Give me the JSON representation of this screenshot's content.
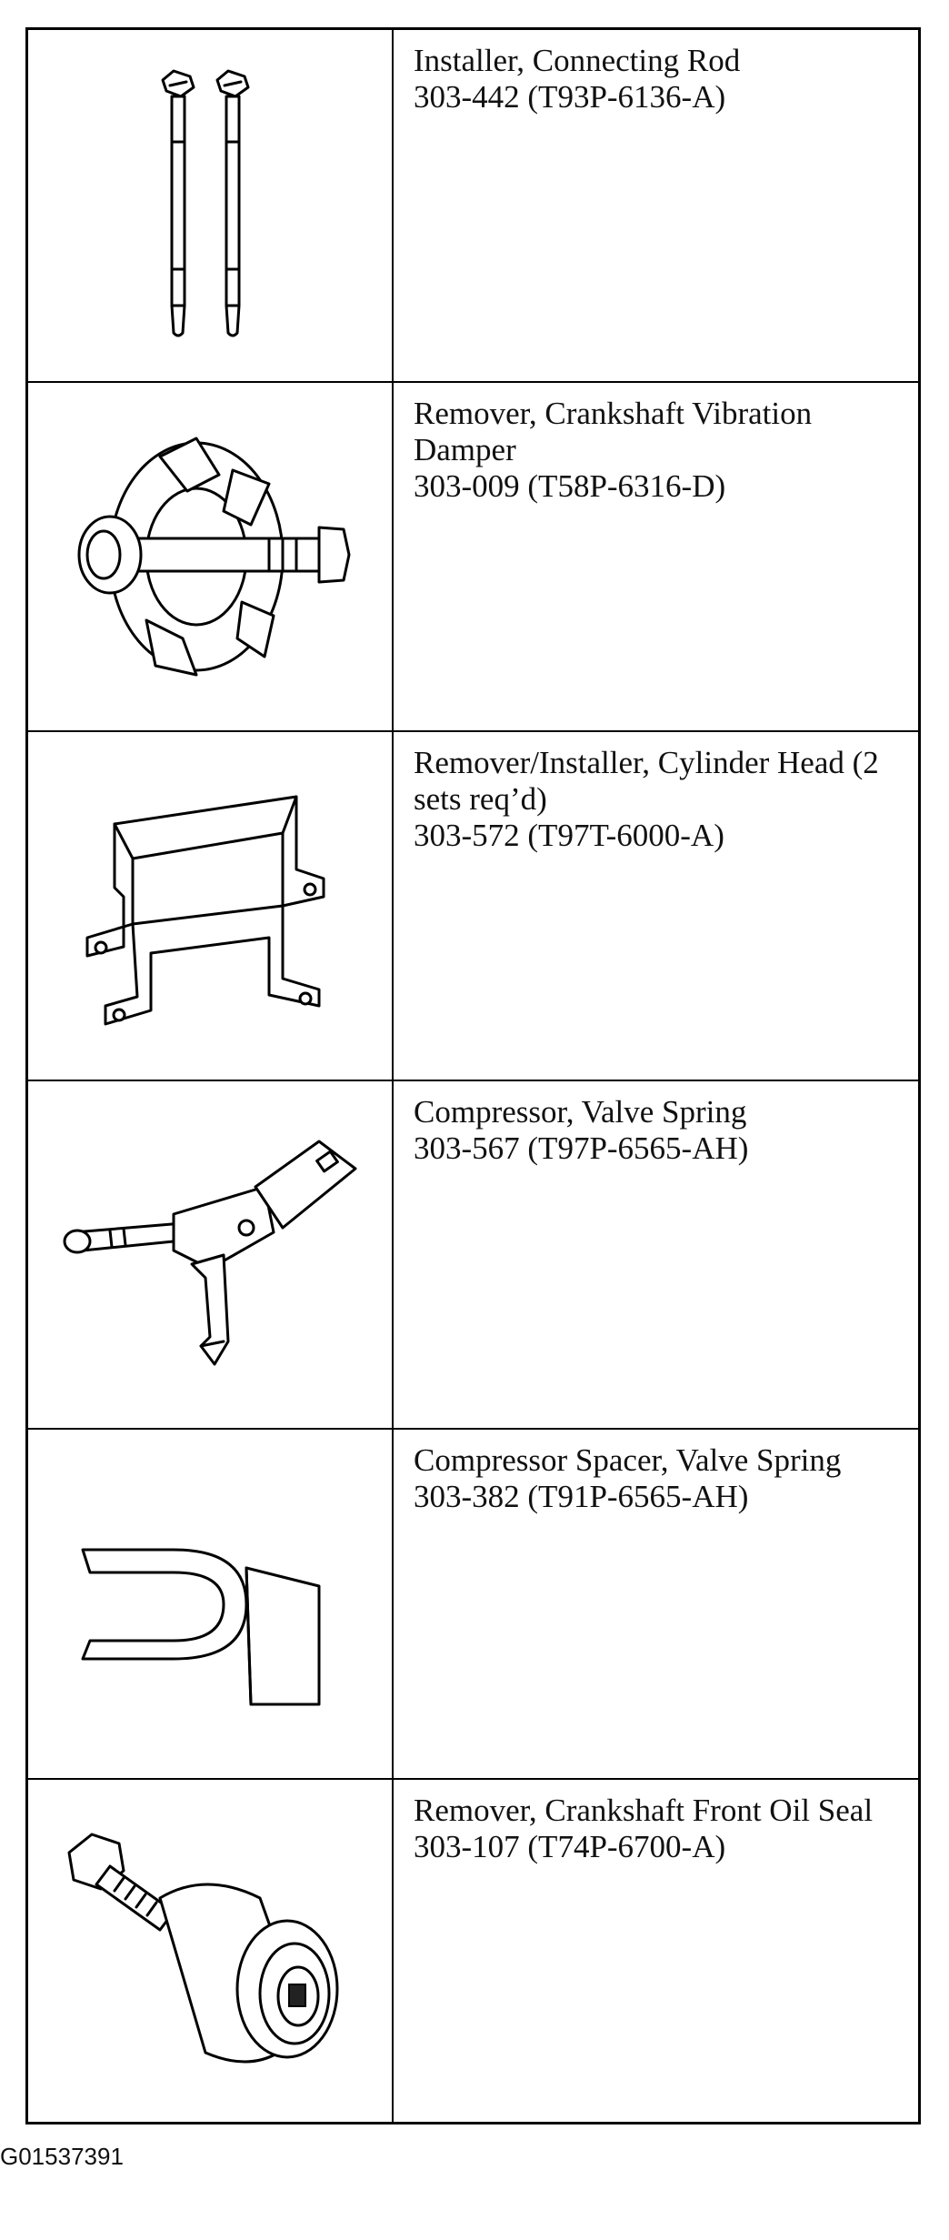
{
  "tools": [
    {
      "illustration": "connecting-rod-installer-illustration",
      "name": "Installer, Connecting Rod",
      "part": "303-442 (T93P-6136-A)"
    },
    {
      "illustration": "vibration-damper-remover-illustration",
      "name": "Remover, Crankshaft Vibration Damper",
      "part": "303-009 (T58P-6316-D)"
    },
    {
      "illustration": "cylinder-head-bracket-illustration",
      "name": "Remover/Installer, Cylinder Head (2 sets req’d)",
      "part": "303-572 (T97T-6000-A)"
    },
    {
      "illustration": "valve-spring-compressor-illustration",
      "name": "Compressor, Valve Spring",
      "part": "303-567 (T97P-6565-AH)"
    },
    {
      "illustration": "compressor-spacer-illustration",
      "name": "Compressor Spacer, Valve Spring",
      "part": "303-382 (T91P-6565-AH)"
    },
    {
      "illustration": "front-oil-seal-remover-illustration",
      "name": "Remover, Crankshaft Front Oil Seal",
      "part": "303-107 (T74P-6700-A)"
    }
  ],
  "figure_id": "G01537391"
}
